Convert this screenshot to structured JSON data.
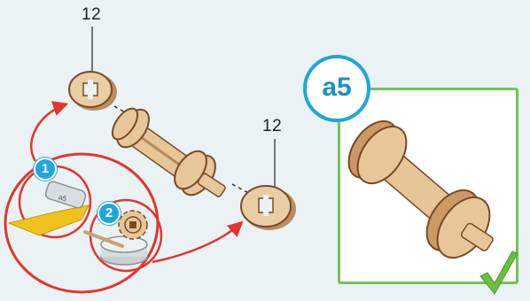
{
  "labels": {
    "part_number_left": "12",
    "part_number_right": "12"
  },
  "steps": {
    "step_1": "1",
    "step_2": "2"
  },
  "result": {
    "step_id": "a5"
  },
  "tube_text": "a5",
  "colors": {
    "accent_blue": "#1ea6dd",
    "arrow_red": "#e3352b",
    "check_green": "#6cbf3c",
    "wood": "#e7c79a",
    "wood_dark": "#7a4a26"
  },
  "icons": [
    "glue-tube-icon",
    "glue-dish-icon",
    "gear-part-icon",
    "checkmark-icon"
  ]
}
